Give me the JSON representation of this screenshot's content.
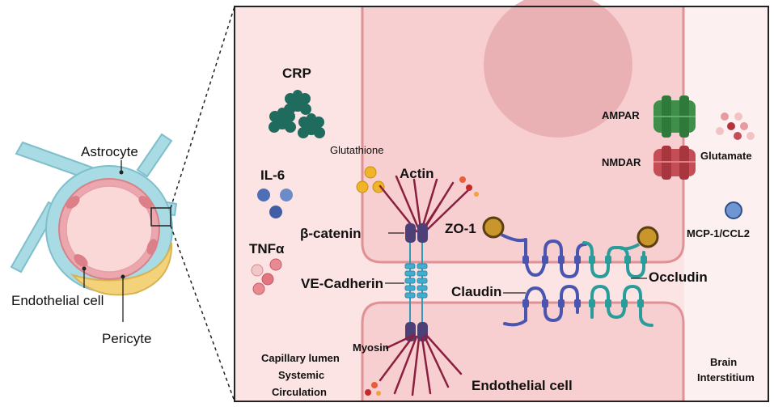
{
  "left_panel": {
    "astrocyte": "Astrocyte",
    "endothelial_cell": "Endothelial cell",
    "pericyte": "Pericyte"
  },
  "right_panel": {
    "crp": "CRP",
    "il6": "IL-6",
    "tnfa": "TNFα",
    "glutathione": "Glutathione",
    "actin": "Actin",
    "beta_catenin": "β-catenin",
    "zo1": "ZO-1",
    "ve_cadherin": "VE-Cadherin",
    "claudin": "Claudin",
    "occludin": "Occludin",
    "myosin": "Myosin",
    "ampar": "AMPAR",
    "nmdar": "NMDAR",
    "glutamate": "Glutamate",
    "mcp1": "MCP-1/CCL2",
    "lumen": [
      "Capillary lumen",
      "Systemic",
      "Circulation"
    ],
    "endothelial_cell": "Endothelial cell",
    "brain": [
      "Brain",
      "Interstitium"
    ]
  },
  "colors": {
    "cell_fill": "#f7d3d3",
    "cell_border": "#e08a8a",
    "astrocyte": "#9fd5df",
    "pericyte": "#f3d27a",
    "crp": "#1f6b5e",
    "il6": "#4d6fb5",
    "glutathione": "#f0b429",
    "junction_purple": "#4a55b0",
    "junction_teal": "#2a9d9a",
    "receptor_green": "#3f8f4a",
    "receptor_red": "#c44d56",
    "zo1": "#c9962b"
  }
}
